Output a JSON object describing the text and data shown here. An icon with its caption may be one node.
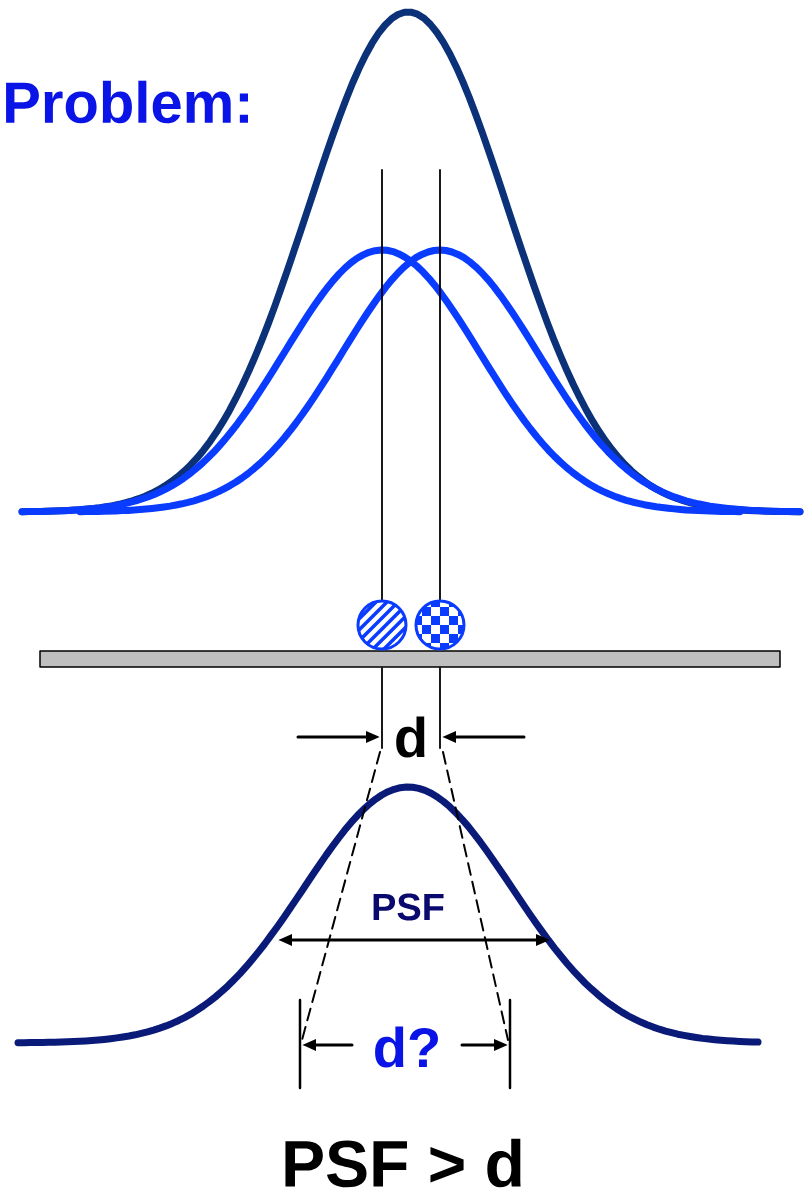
{
  "diagram": {
    "title": "Problem:",
    "nodes": [
      {
        "text": [],
        "shape": "bar"
      }
    ],
    "labels": [
      "d",
      "PSF",
      "d?"
    ],
    "caption": "PSF > d"
  }
}
